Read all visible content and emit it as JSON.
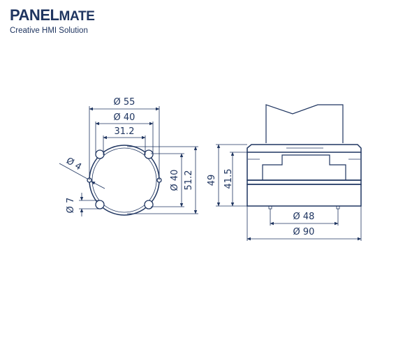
{
  "logo": {
    "brand_a": "PANEL",
    "brand_b": "MATE",
    "tagline": "Creative HMI Solution"
  },
  "front_view": {
    "dim_outer": "Ø 55",
    "dim_mid": "Ø 40",
    "dim_hole_spacing_x": "31.2",
    "dim_small_hole": "Ø 4",
    "dim_mount_hole": "Ø 7",
    "dim_inner_vertical": "Ø 40",
    "dim_height": "51.2"
  },
  "side_view": {
    "dim_total_height": "49",
    "dim_body_height": "41.5",
    "dim_inner_width": "Ø 48",
    "dim_total_width": "Ø 90"
  },
  "colors": {
    "line": "#1f3560",
    "background": "#ffffff"
  }
}
